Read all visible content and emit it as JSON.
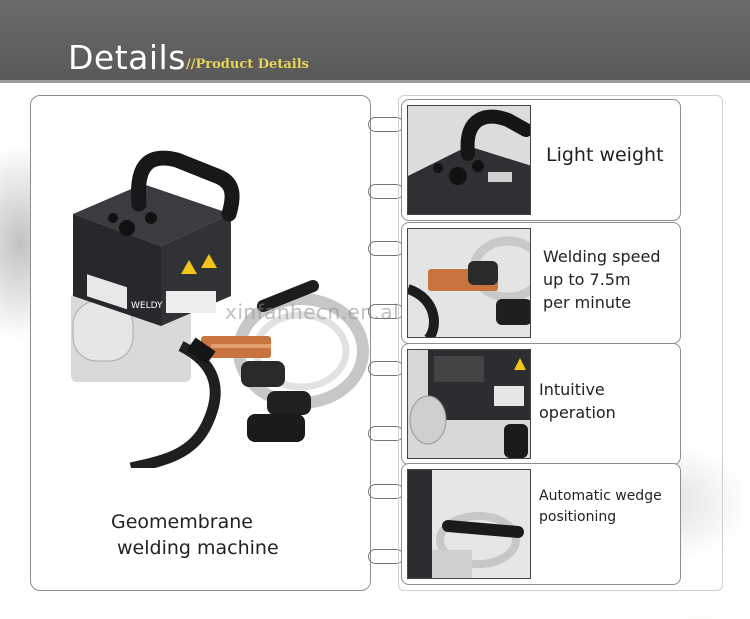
{
  "header": {
    "title": "Details",
    "subtitle": "//Product Details"
  },
  "main": {
    "caption_line1": "Geomembrane",
    "caption_line2": "welding machine",
    "brand": "WELDY"
  },
  "features": [
    {
      "lines": [
        "Light weight"
      ]
    },
    {
      "lines": [
        "Welding speed",
        "up to 7.5m",
        "per minute"
      ]
    },
    {
      "lines": [
        "Intuitive",
        "operation"
      ]
    },
    {
      "lines": [
        "Automatic wedge",
        "positioning"
      ]
    }
  ],
  "watermark": "xinfanhecn.en.alibaba.com",
  "colors": {
    "header_bg": "#5e5e5e",
    "subtitle": "#e7d35a",
    "machine_body": "#2b2d30",
    "wedge_copper": "#c8743e"
  }
}
